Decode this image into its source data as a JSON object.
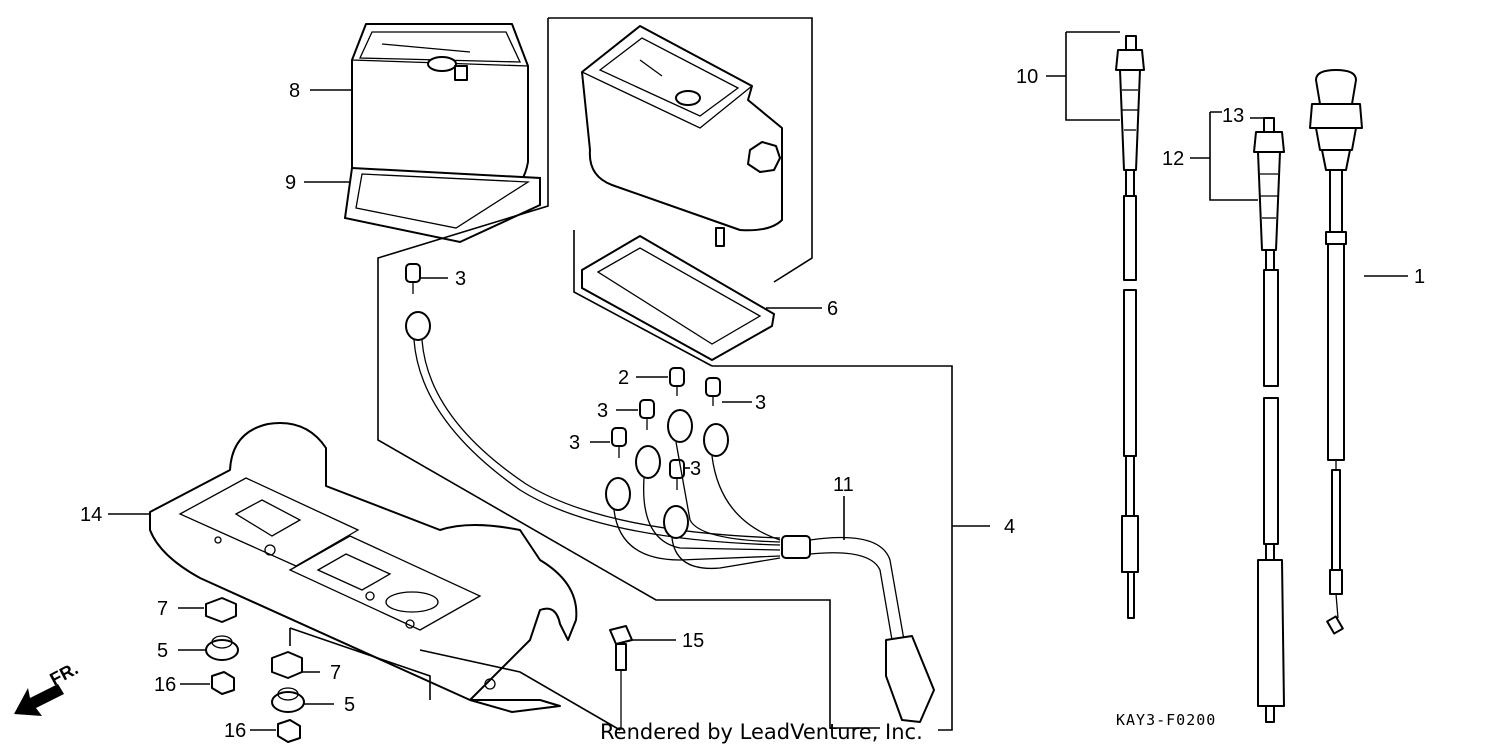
{
  "diagram_code": "KAY3-F0200",
  "credit": "Rendered by LeadVenture, Inc.",
  "direction_label": "FR.",
  "callouts": {
    "c1": "1",
    "c2": "2",
    "c3a": "3",
    "c3b": "3",
    "c3c": "3",
    "c3d": "3",
    "c3e": "3",
    "c4": "4",
    "c5a": "5",
    "c5b": "5",
    "c6": "6",
    "c7a": "7",
    "c7b": "7",
    "c8": "8",
    "c9": "9",
    "c10": "10",
    "c11": "11",
    "c12": "12",
    "c13": "13",
    "c14": "14",
    "c15": "15",
    "c16a": "16",
    "c16b": "16"
  }
}
